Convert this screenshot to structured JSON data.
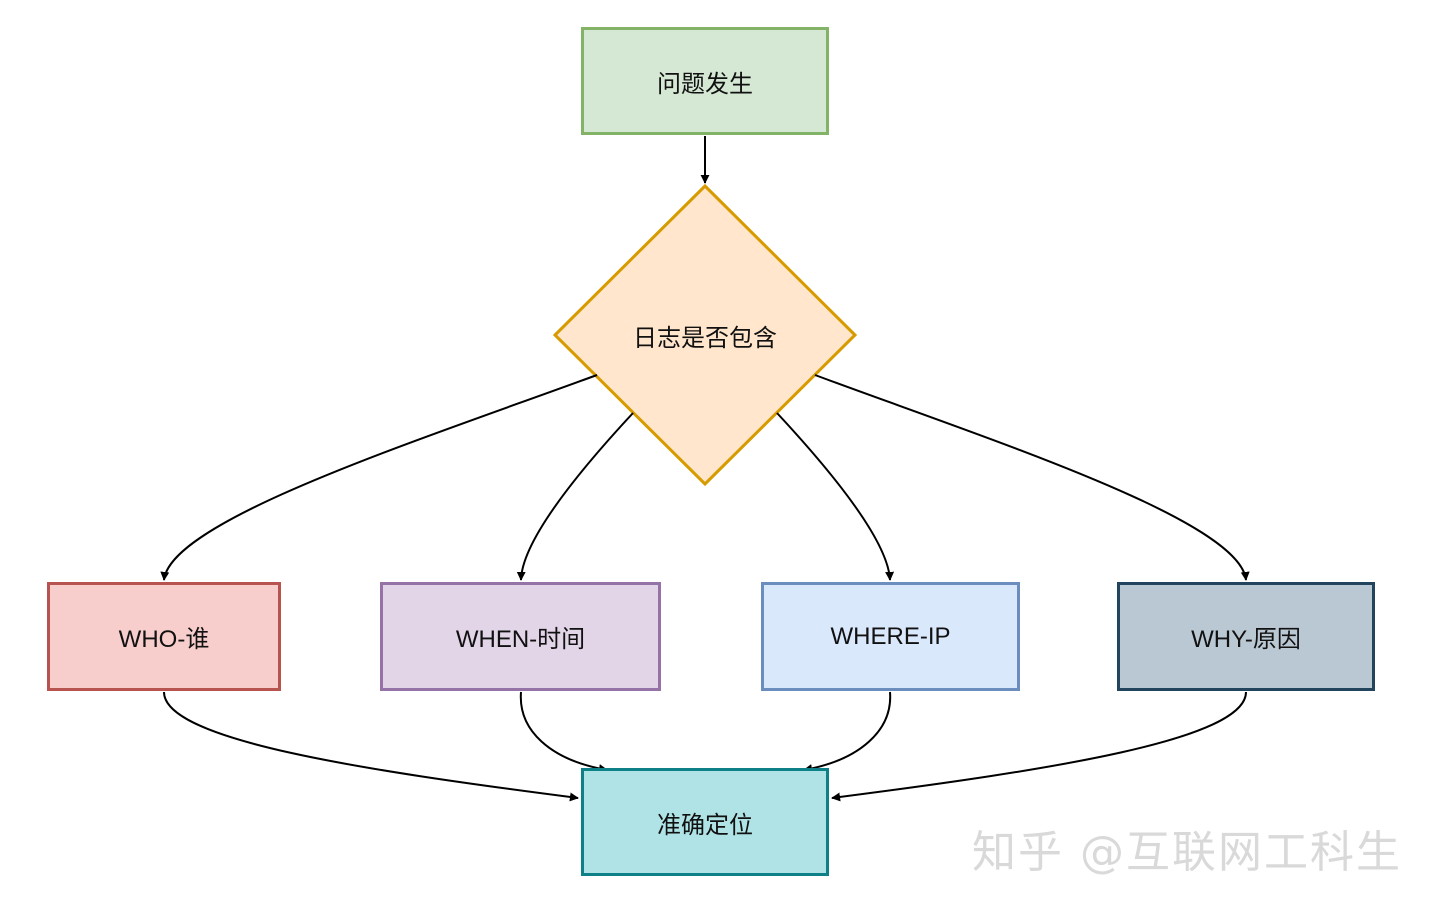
{
  "nodes": {
    "start": {
      "label": "问题发生",
      "fill": "#d5e8d4",
      "stroke": "#82b366"
    },
    "decision": {
      "label": "日志是否包含",
      "fill": "#ffe6cc",
      "stroke": "#d79b00"
    },
    "who": {
      "label": "WHO-谁",
      "fill": "#f8cecc",
      "stroke": "#b85450"
    },
    "when": {
      "label": "WHEN-时间",
      "fill": "#e1d5e7",
      "stroke": "#9673a6"
    },
    "where": {
      "label": "WHERE-IP",
      "fill": "#dae8fc",
      "stroke": "#6c8ebf"
    },
    "why": {
      "label": "WHY-原因",
      "fill": "#bac8d3",
      "stroke": "#23445d"
    },
    "result": {
      "label": "准确定位",
      "fill": "#b0e3e6",
      "stroke": "#0e8088"
    }
  },
  "watermark": "知乎 @互联网工科生"
}
